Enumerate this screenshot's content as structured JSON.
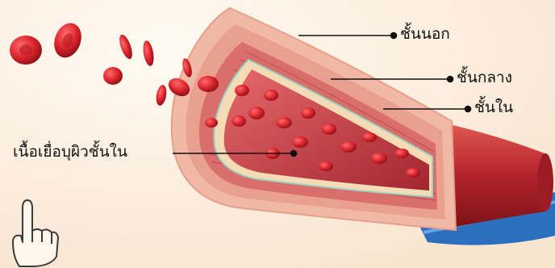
{
  "labels": {
    "outer_layer": "ชั้นนอก",
    "middle_layer": "ชั้นกลาง",
    "inner_layer": "ชั้นใน",
    "endothelium": "เนื้อเยื่อบุผิวชั้นใน"
  },
  "colors": {
    "background": "#fdf3e6",
    "outer_wall": "#f2b8a6",
    "middle_wall": "#d96f6a",
    "lumen": "#b9323a",
    "blood_cell": "#d8222c",
    "vein_blue": "#2c6fbf",
    "leader_line": "#111111"
  },
  "icons": [
    "hand-pointer-icon"
  ]
}
